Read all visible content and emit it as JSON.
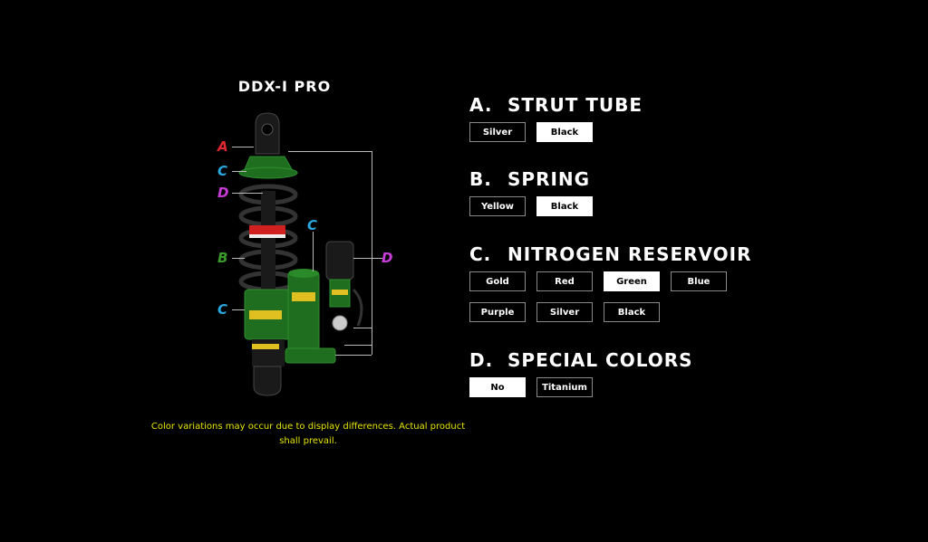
{
  "product": {
    "title": "DDX-I PRO",
    "disclaimer": "Color variations may occur due to display differences. Actual product shall prevail."
  },
  "diagram": {
    "callouts": [
      {
        "label": "A",
        "color": "#e0282e"
      },
      {
        "label": "C",
        "color": "#29a8e0"
      },
      {
        "label": "D",
        "color": "#c83cd8"
      },
      {
        "label": "B",
        "color": "#3a9a2a"
      },
      {
        "label": "C",
        "color": "#29a8e0"
      },
      {
        "label": "C",
        "color": "#29a8e0"
      },
      {
        "label": "D",
        "color": "#c83cd8"
      }
    ],
    "part_color": "#1f6e1f"
  },
  "sections": [
    {
      "letter": "A.",
      "title": "STRUT TUBE",
      "options": [
        {
          "label": "Silver",
          "selected": false
        },
        {
          "label": "Black",
          "selected": true
        }
      ]
    },
    {
      "letter": "B.",
      "title": "SPRING",
      "options": [
        {
          "label": "Yellow",
          "selected": false
        },
        {
          "label": "Black",
          "selected": true
        }
      ]
    },
    {
      "letter": "C.",
      "title": "NITROGEN RESERVOIR",
      "options": [
        {
          "label": "Gold",
          "selected": false
        },
        {
          "label": "Red",
          "selected": false
        },
        {
          "label": "Green",
          "selected": true
        },
        {
          "label": "Blue",
          "selected": false
        },
        {
          "label": "Purple",
          "selected": false
        },
        {
          "label": "Silver",
          "selected": false
        },
        {
          "label": "Black",
          "selected": false
        }
      ]
    },
    {
      "letter": "D.",
      "title": "SPECIAL COLORS",
      "options": [
        {
          "label": "No",
          "selected": true
        },
        {
          "label": "Titanium",
          "selected": false
        }
      ]
    }
  ]
}
